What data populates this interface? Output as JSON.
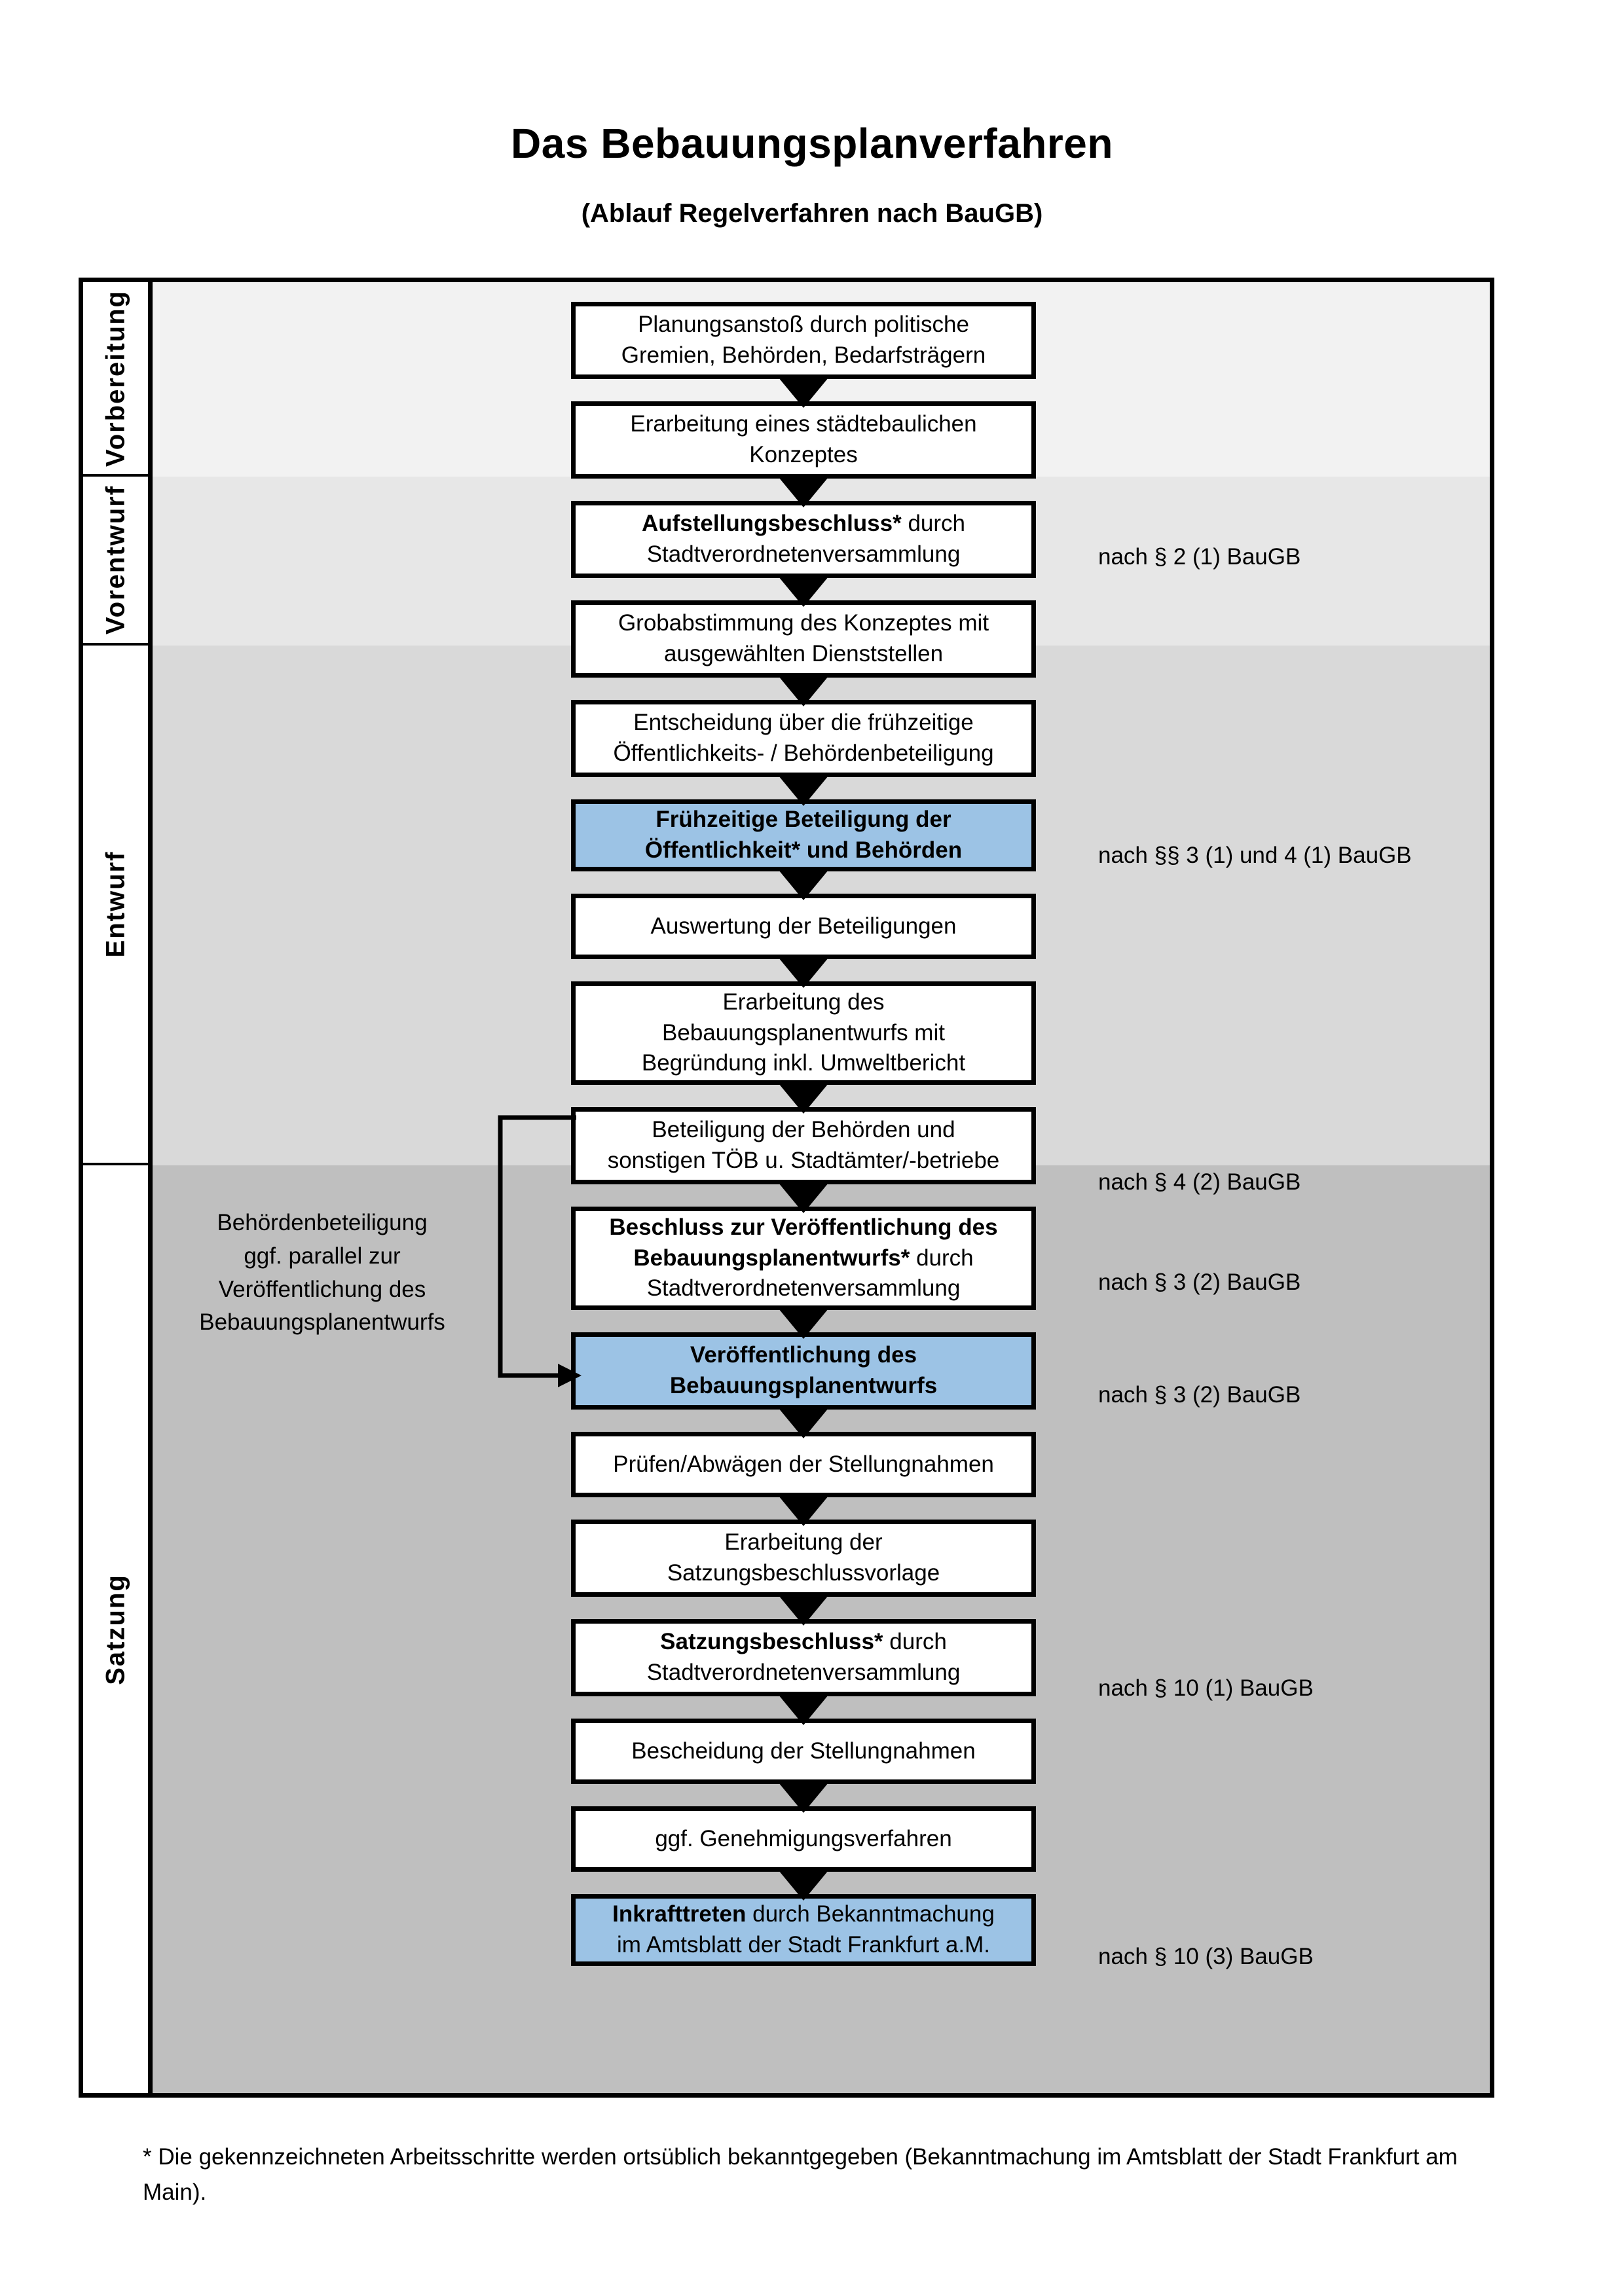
{
  "header": {
    "title": "Das Bebauungsplanverfahren",
    "subtitle": "(Ablauf Regelverfahren nach BauGB)"
  },
  "phases": [
    {
      "id": "vorbereitung",
      "label": "Vorbereitung",
      "band_color": "#F2F2F2"
    },
    {
      "id": "vorentwurf",
      "label": "Vorentwurf",
      "band_color": "#E7E7E7"
    },
    {
      "id": "entwurf",
      "label": "Entwurf",
      "band_color": "#D9D9D9"
    },
    {
      "id": "satzung",
      "label": "Satzung",
      "band_color": "#BFBFBF"
    }
  ],
  "steps": [
    {
      "id": "planungsanstoss",
      "lines": [
        {
          "text": "Planungsanstoß durch politische",
          "bold": false
        },
        {
          "text": "Gremien, Behörden, Bedarfsträgern",
          "bold": false
        }
      ],
      "highlight": false
    },
    {
      "id": "staedtebauliches-konzept",
      "lines": [
        {
          "text": "Erarbeitung eines städtebaulichen",
          "bold": false
        },
        {
          "text": "Konzeptes",
          "bold": false
        }
      ],
      "highlight": false
    },
    {
      "id": "aufstellungsbeschluss",
      "lines": [
        {
          "text": "Aufstellungsbeschluss*",
          "bold": true,
          "suffix": " durch"
        },
        {
          "text": "Stadtverordnetenversammlung",
          "bold": false
        }
      ],
      "highlight": false
    },
    {
      "id": "grobabstimmung",
      "lines": [
        {
          "text": "Grobabstimmung des Konzeptes mit",
          "bold": false
        },
        {
          "text": "ausgewählten Dienststellen",
          "bold": false
        }
      ],
      "highlight": false
    },
    {
      "id": "entscheidung-fruehzeitige",
      "lines": [
        {
          "text": "Entscheidung über die frühzeitige",
          "bold": false
        },
        {
          "text": "Öffentlichkeits- / Behördenbeteiligung",
          "bold": false
        }
      ],
      "highlight": false
    },
    {
      "id": "fruehzeitige-beteiligung",
      "lines": [
        {
          "text": "Frühzeitige Beteiligung der",
          "bold": true
        },
        {
          "text": "Öffentlichkeit* und Behörden",
          "bold": true
        }
      ],
      "highlight": true
    },
    {
      "id": "auswertung-beteiligungen",
      "lines": [
        {
          "text": "Auswertung der Beteiligungen",
          "bold": false
        }
      ],
      "highlight": false
    },
    {
      "id": "erarbeitung-bplanentwurf",
      "lines": [
        {
          "text": "Erarbeitung des",
          "bold": false
        },
        {
          "text": "Bebauungsplanentwurfs mit",
          "bold": false
        },
        {
          "text": "Begründung inkl. Umweltbericht",
          "bold": false
        }
      ],
      "highlight": false
    },
    {
      "id": "beteiligung-behoerden",
      "lines": [
        {
          "text": "Beteiligung der Behörden und",
          "bold": false
        },
        {
          "text": "sonstigen TÖB u. Stadtämter/-betriebe",
          "bold": false
        }
      ],
      "highlight": false
    },
    {
      "id": "beschluss-veroeffentlichung",
      "lines": [
        {
          "text": "Beschluss zur Veröffentlichung des",
          "bold": true
        },
        {
          "text": "Bebauungsplanentwurfs*",
          "bold": true,
          "suffix": " durch"
        },
        {
          "text": "Stadtverordnetenversammlung",
          "bold": false
        }
      ],
      "highlight": false
    },
    {
      "id": "veroeffentlichung-bplanentwurf",
      "lines": [
        {
          "text": "Veröffentlichung des",
          "bold": true
        },
        {
          "text": "Bebauungsplanentwurfs",
          "bold": true
        }
      ],
      "highlight": true
    },
    {
      "id": "pruefen-abwaegen",
      "lines": [
        {
          "text": "Prüfen/Abwägen der Stellungnahmen",
          "bold": false
        }
      ],
      "highlight": false
    },
    {
      "id": "satzungsbeschlussvorlage",
      "lines": [
        {
          "text": "Erarbeitung der",
          "bold": false
        },
        {
          "text": "Satzungsbeschlussvorlage",
          "bold": false
        }
      ],
      "highlight": false
    },
    {
      "id": "satzungsbeschluss",
      "lines": [
        {
          "text": "Satzungsbeschluss*",
          "bold": true,
          "suffix": " durch"
        },
        {
          "text": "Stadtverordnetenversammlung",
          "bold": false
        }
      ],
      "highlight": false
    },
    {
      "id": "bescheidung-stellungnahmen",
      "lines": [
        {
          "text": "Bescheidung der Stellungnahmen",
          "bold": false
        }
      ],
      "highlight": false
    },
    {
      "id": "genehmigungsverfahren",
      "lines": [
        {
          "text": "ggf. Genehmigungsverfahren",
          "bold": false
        }
      ],
      "highlight": false
    },
    {
      "id": "inkrafttreten",
      "lines": [
        {
          "text": "Inkrafttreten",
          "bold": true,
          "suffix": " durch Bekanntmachung"
        },
        {
          "text": "im Amtsblatt der Stadt Frankfurt a.M.",
          "bold": false
        }
      ],
      "highlight": true
    }
  ],
  "side_notes": [
    {
      "id": "note-par2-1",
      "text": "nach § 2 (1) BauGB"
    },
    {
      "id": "note-par3-4-1",
      "text": "nach §§ 3 (1) und 4 (1) BauGB"
    },
    {
      "id": "note-par4-2",
      "text": "nach § 4 (2) BauGB"
    },
    {
      "id": "note-par3-2-a",
      "text": "nach § 3 (2) BauGB"
    },
    {
      "id": "note-par3-2-b",
      "text": "nach § 3 (2) BauGB"
    },
    {
      "id": "note-par10-1",
      "text": "nach § 10 (1) BauGB"
    },
    {
      "id": "note-par10-3",
      "text": "nach § 10 (3) BauGB"
    }
  ],
  "parallel_note": {
    "lines": [
      "Behördenbeteiligung",
      "ggf. parallel zur",
      "Veröffentlichung des",
      "Bebauungsplanentwurfs"
    ]
  },
  "footnote": {
    "text": "* Die gekennzeichneten Arbeitsschritte werden ortsüblich bekanntgegeben (Bekanntmachung im Amtsblatt  der Stadt Frankfurt am Main)."
  },
  "colors": {
    "highlight_box": "#9CC3E5",
    "box_border": "#000000",
    "page_background": "#FFFFFF"
  }
}
